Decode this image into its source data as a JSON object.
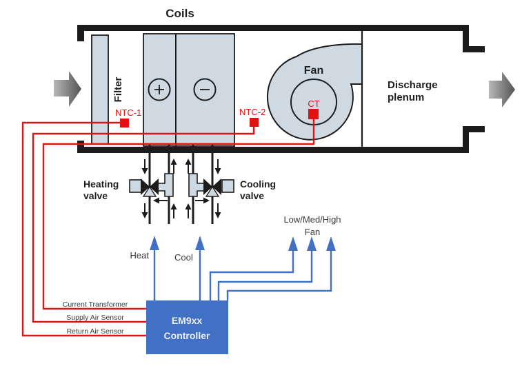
{
  "diagram": {
    "title": "Coils",
    "duct": {
      "filter_label": "Filter",
      "fan_label": "Fan",
      "discharge_line1": "Discharge",
      "discharge_line2": "plenum",
      "coil_hot_symbol": "+",
      "coil_cold_symbol": "−"
    },
    "sensors": {
      "ntc1": "NTC-1",
      "ntc2": "NTC-2",
      "ct": "CT"
    },
    "valves": {
      "heating_line1": "Heating",
      "heating_line2": "valve",
      "cooling_line1": "Cooling",
      "cooling_line2": "valve"
    },
    "controller": {
      "line1": "EM9xx",
      "line2": "Controller"
    },
    "signals": {
      "heat": "Heat",
      "cool": "Cool",
      "fan_line1": "Low/Med/High",
      "fan_line2": "Fan"
    },
    "wire_labels": {
      "current_transformer": "Current Transformer",
      "supply_air_sensor": "Supply Air Sensor",
      "return_air_sensor": "Return Air Sensor"
    },
    "colors": {
      "component_fill": "#cfd9e2",
      "outline": "#1c1c1c",
      "sensor_red": "#e31212",
      "signal_blue": "#4170c4",
      "label_gray": "#3a3a3a"
    }
  }
}
